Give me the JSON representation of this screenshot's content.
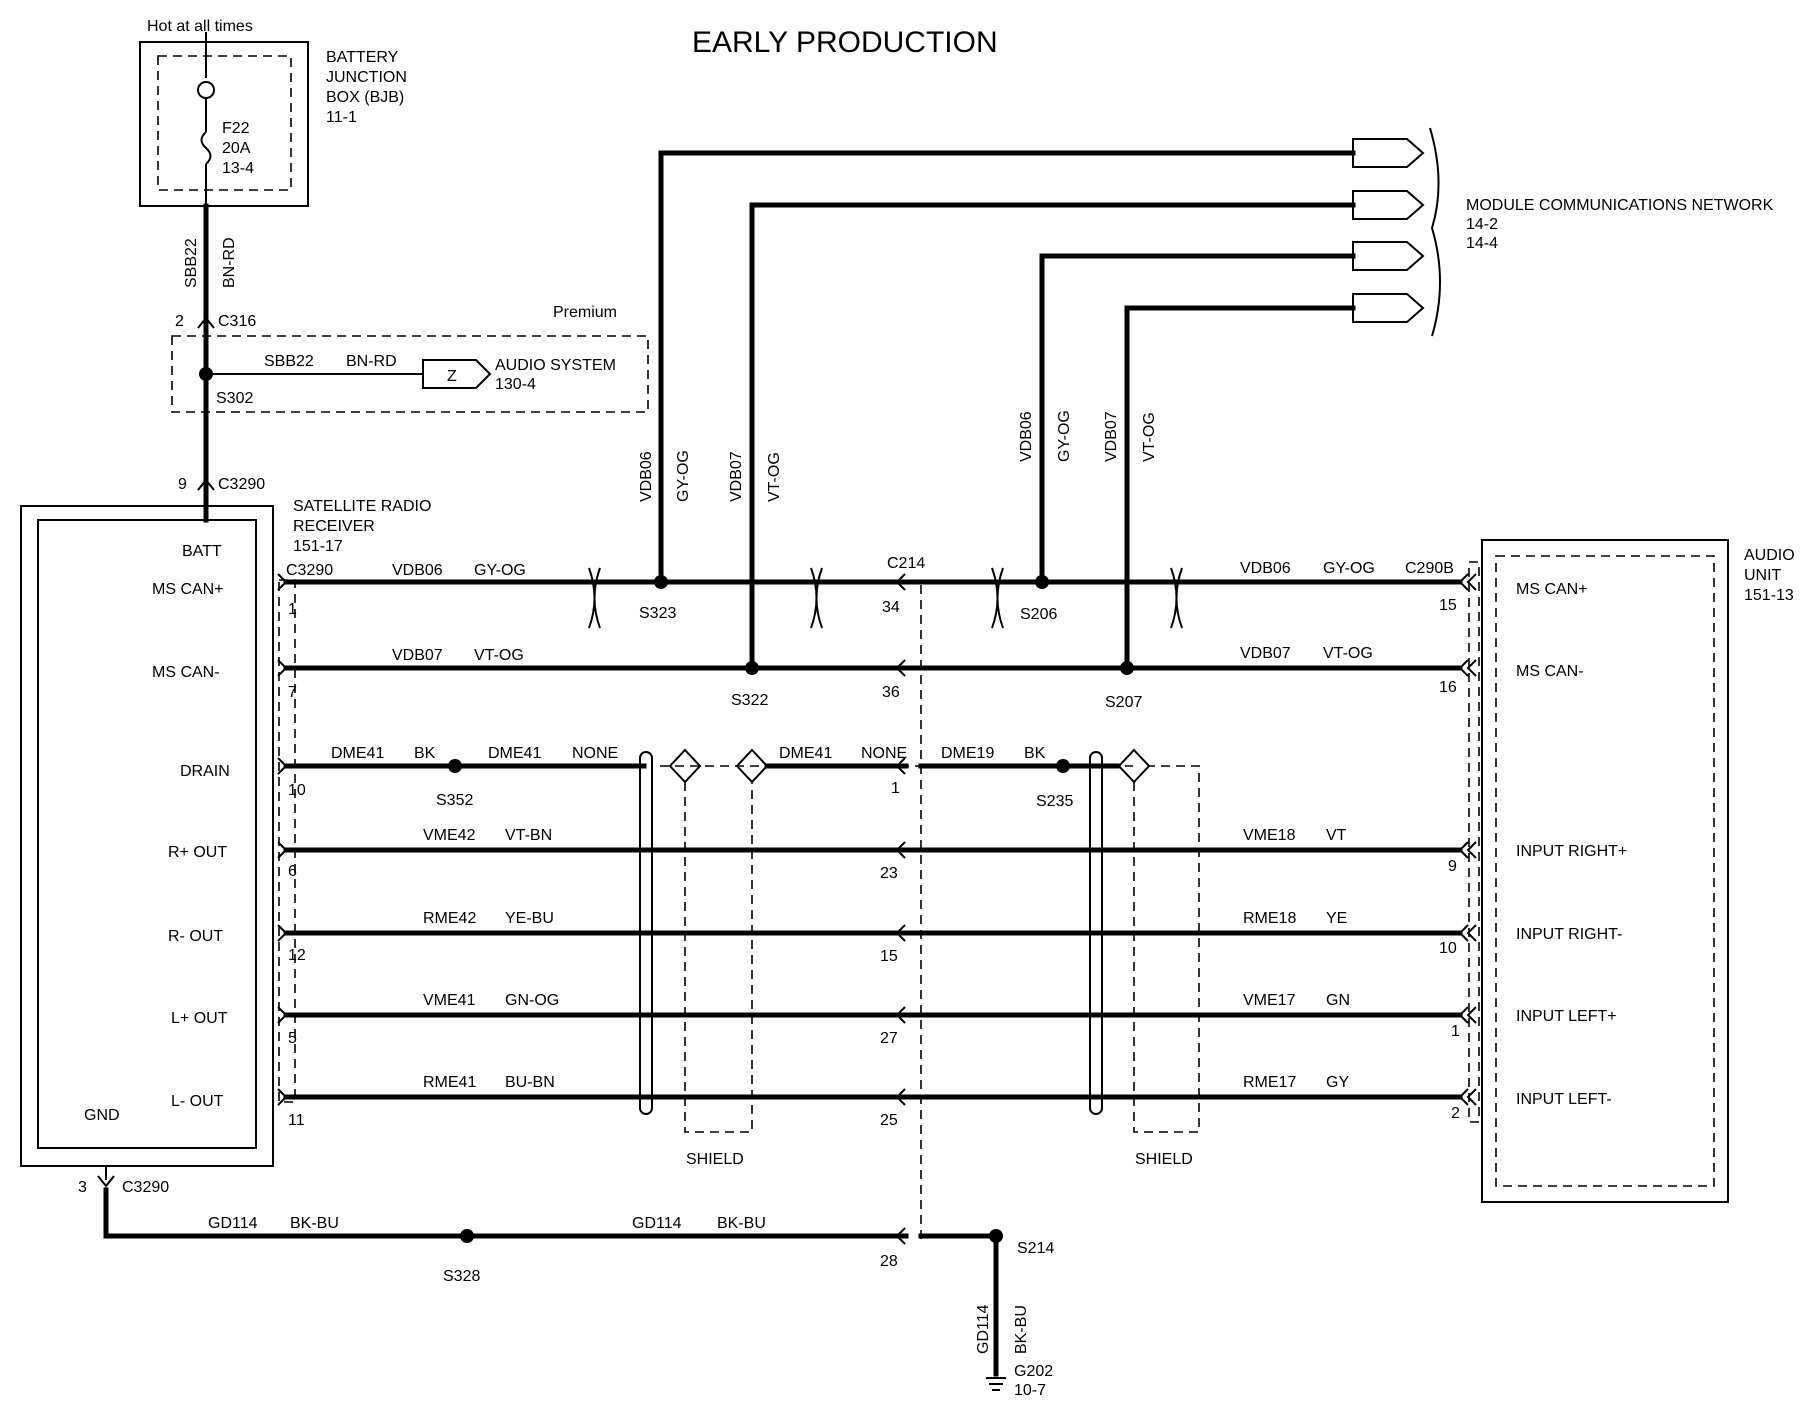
{
  "title": "EARLY PRODUCTION",
  "power": {
    "hot_label": "Hot at all times",
    "bjb": [
      "BATTERY",
      "JUNCTION",
      "BOX (BJB)",
      "11-1"
    ],
    "fuse": [
      "F22",
      "20A",
      "13-4"
    ],
    "wire_circuit": "SBB22",
    "wire_color": "BN-RD",
    "c316_pin": "2",
    "c316": "C316",
    "premium_label": "Premium",
    "branch_circuit": "SBB22",
    "branch_color": "BN-RD",
    "z_label": "Z",
    "audio_system": [
      "AUDIO SYSTEM",
      "130-4"
    ],
    "s302": "S302",
    "c3290_pin": "9",
    "c3290": "C3290"
  },
  "satellite": {
    "title": [
      "SATELLITE  RADIO",
      "RECEIVER",
      "151-17"
    ],
    "connector": "C3290",
    "pins": [
      {
        "label": "BATT"
      },
      {
        "label": "MS CAN+",
        "pin": "1"
      },
      {
        "label": "MS CAN-",
        "pin": "7"
      },
      {
        "label": "DRAIN",
        "pin": "10"
      },
      {
        "label": "R+ OUT",
        "pin": "6"
      },
      {
        "label": "R- OUT",
        "pin": "12"
      },
      {
        "label": "L+ OUT",
        "pin": "5"
      },
      {
        "label": "L- OUT",
        "pin": "11"
      },
      {
        "label": "GND"
      }
    ],
    "gnd_pin": "3",
    "gnd_connector": "C3290"
  },
  "network": {
    "label": [
      "MODULE COMMUNICATIONS NETWORK",
      "14-2",
      "14-4"
    ],
    "vert_wires": [
      {
        "circuit": "VDB06",
        "color": "GY-OG"
      },
      {
        "circuit": "VDB07",
        "color": "VT-OG"
      },
      {
        "circuit": "VDB06",
        "color": "GY-OG"
      },
      {
        "circuit": "VDB07",
        "color": "VT-OG"
      }
    ]
  },
  "c214": {
    "name": "C214"
  },
  "audio_unit": {
    "title": [
      "AUDIO",
      "UNIT",
      "151-13"
    ],
    "connector": "C290B",
    "pins": [
      {
        "label": "MS CAN+",
        "pin": "15"
      },
      {
        "label": "MS CAN-",
        "pin": "16"
      },
      {
        "label": "INPUT RIGHT+",
        "pin": "9"
      },
      {
        "label": "INPUT RIGHT-",
        "pin": "10"
      },
      {
        "label": "INPUT LEFT+",
        "pin": "1"
      },
      {
        "label": "INPUT LEFT-",
        "pin": "2"
      }
    ]
  },
  "rows": [
    {
      "left_circuit": "VDB06",
      "left_color": "GY-OG",
      "splice_left": "S323",
      "c214_pin": "34",
      "splice_right": "S206",
      "right_circuit": "VDB06",
      "right_color": "GY-OG"
    },
    {
      "left_circuit": "VDB07",
      "left_color": "VT-OG",
      "splice_left": "S322",
      "c214_pin": "36",
      "splice_right": "S207",
      "right_circuit": "VDB07",
      "right_color": "VT-OG"
    },
    {
      "left_circuit": "DME41",
      "left_color": "BK",
      "splice_left": "S352",
      "mid_circuit": "DME41",
      "mid_color": "NONE",
      "shield_circuit": "DME41",
      "shield_color": "NONE",
      "c214_pin": "1",
      "right_circuit": "DME19",
      "right_color": "BK",
      "splice_right": "S235"
    },
    {
      "left_circuit": "VME42",
      "left_color": "VT-BN",
      "c214_pin": "23",
      "right_circuit": "VME18",
      "right_color": "VT"
    },
    {
      "left_circuit": "RME42",
      "left_color": "YE-BU",
      "c214_pin": "15",
      "right_circuit": "RME18",
      "right_color": "YE"
    },
    {
      "left_circuit": "VME41",
      "left_color": "GN-OG",
      "c214_pin": "27",
      "right_circuit": "VME17",
      "right_color": "GN"
    },
    {
      "left_circuit": "RME41",
      "left_color": "BU-BN",
      "c214_pin": "25",
      "right_circuit": "RME17",
      "right_color": "GY"
    }
  ],
  "shield_label": "SHIELD",
  "ground": {
    "circuit": "GD114",
    "color": "BK-BU",
    "splice": "S328",
    "circuit2": "GD114",
    "color2": "BK-BU",
    "c214_pin": "28",
    "splice2": "S214",
    "vert_circuit": "GD114",
    "vert_color": "BK-BU",
    "g202": [
      "G202",
      "10-7"
    ]
  }
}
